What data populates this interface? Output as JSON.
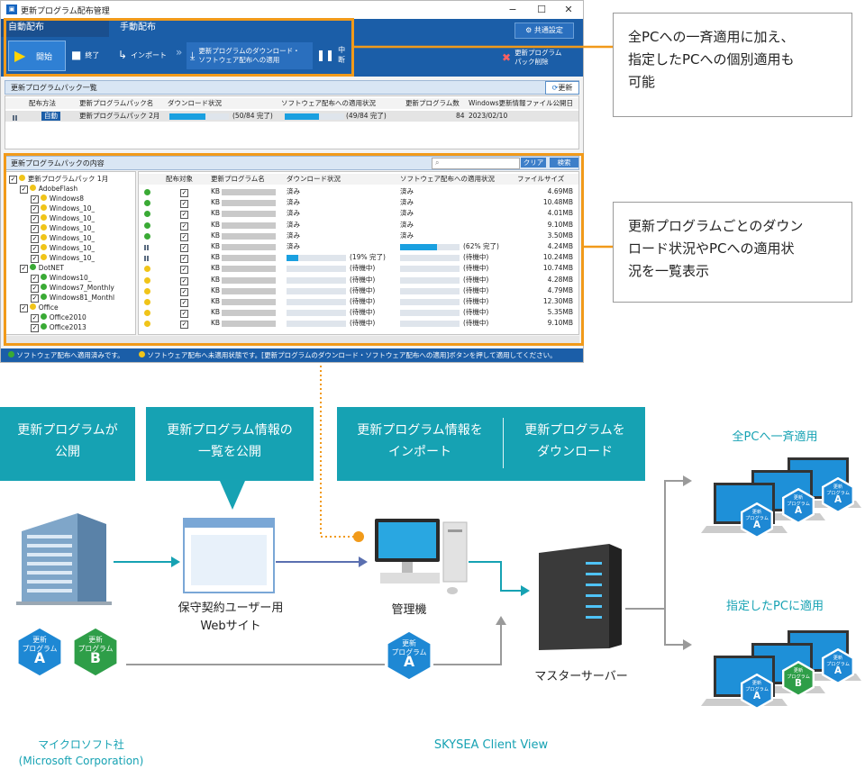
{
  "window": {
    "title": "更新プログラム配布管理",
    "controls": {
      "minimize": "−",
      "maximize": "☐",
      "close": "✕"
    }
  },
  "ribbon": {
    "tab_auto": "自動配布",
    "tab_manual": "手動配布",
    "start": "開始",
    "end": "終了",
    "import": "インポート",
    "download_apply": "更新プログラムのダウンロード・\nソフトウェア配布への適用",
    "pause": "中断",
    "common_settings": "共通設定",
    "delete_pack": "更新プログラム\nパック削除"
  },
  "pack_list": {
    "title": "更新プログラムパック一覧",
    "refresh": "更新",
    "columns": [
      "配布方法",
      "更新プログラムパック名",
      "ダウンロード状況",
      "ソフトウェア配布への適用状況",
      "更新プログラム数",
      "Windows更新情報ファイル公開日"
    ],
    "rows": [
      {
        "method": "自動",
        "name": "更新プログラムパック 2月",
        "dl_text": "(50/84 完了)",
        "dl": 0.6,
        "apply_text": "(49/84 完了)",
        "apply": 0.58,
        "count": "84",
        "date": "2023/02/10"
      }
    ]
  },
  "pack_content": {
    "title": "更新プログラムパックの内容",
    "clear": "クリア",
    "search": "検索",
    "tree": [
      {
        "label": "更新プログラムパック 1月",
        "level": 0,
        "status": "warn"
      },
      {
        "label": "AdobeFlash",
        "level": 1,
        "status": "warn"
      },
      {
        "label": "Windows8",
        "level": 2,
        "status": "warn"
      },
      {
        "label": "Windows_10_",
        "level": 2,
        "status": "warn"
      },
      {
        "label": "Windows_10_",
        "level": 2,
        "status": "warn"
      },
      {
        "label": "Windows_10_",
        "level": 2,
        "status": "warn"
      },
      {
        "label": "Windows_10_",
        "level": 2,
        "status": "warn"
      },
      {
        "label": "Windows_10_",
        "level": 2,
        "status": "warn"
      },
      {
        "label": "Windows_10_",
        "level": 2,
        "status": "warn"
      },
      {
        "label": "DotNET",
        "level": 1,
        "status": "ok"
      },
      {
        "label": "Windows10_",
        "level": 2,
        "status": "ok"
      },
      {
        "label": "Windows7_Monthly",
        "level": 2,
        "status": "ok"
      },
      {
        "label": "Windows81_Monthl",
        "level": 2,
        "status": "ok"
      },
      {
        "label": "Office",
        "level": 1,
        "status": "warn"
      },
      {
        "label": "Office2010",
        "level": 2,
        "status": "ok"
      },
      {
        "label": "Office2013",
        "level": 2,
        "status": "ok"
      }
    ],
    "columns": [
      "配布対象",
      "更新プログラム名",
      "ダウンロード状況",
      "ソフトウェア配布への適用状況",
      "ファイルサイズ"
    ],
    "rows": [
      {
        "st": "ok",
        "name": "KB",
        "dl_text": "済み",
        "dl": 1,
        "ap_text": "済み",
        "ap": 1,
        "size": "4.69MB"
      },
      {
        "st": "ok",
        "name": "KB",
        "dl_text": "済み",
        "dl": 1,
        "ap_text": "済み",
        "ap": 1,
        "size": "10.48MB"
      },
      {
        "st": "ok",
        "name": "KB",
        "dl_text": "済み",
        "dl": 1,
        "ap_text": "済み",
        "ap": 1,
        "size": "4.01MB"
      },
      {
        "st": "ok",
        "name": "KB",
        "dl_text": "済み",
        "dl": 1,
        "ap_text": "済み",
        "ap": 1,
        "size": "9.10MB"
      },
      {
        "st": "ok",
        "name": "KB",
        "dl_text": "済み",
        "dl": 1,
        "ap_text": "済み",
        "ap": 1,
        "size": "3.50MB"
      },
      {
        "st": "grid",
        "name": "KB",
        "dl_text": "済み",
        "dl": 1,
        "ap_text": "(62% 完了)",
        "ap": 0.62,
        "size": "4.24MB"
      },
      {
        "st": "grid",
        "name": "KB",
        "dl_text": "(19% 完了)",
        "dl": 0.19,
        "ap_text": "(待機中)",
        "ap": 0,
        "size": "10.24MB"
      },
      {
        "st": "warn",
        "name": "KB",
        "dl_text": "(待機中)",
        "dl": 0,
        "ap_text": "(待機中)",
        "ap": 0,
        "size": "10.74MB"
      },
      {
        "st": "warn",
        "name": "KB",
        "dl_text": "(待機中)",
        "dl": 0,
        "ap_text": "(待機中)",
        "ap": 0,
        "size": "4.28MB"
      },
      {
        "st": "warn",
        "name": "KB",
        "dl_text": "(待機中)",
        "dl": 0,
        "ap_text": "(待機中)",
        "ap": 0,
        "size": "4.79MB"
      },
      {
        "st": "warn",
        "name": "KB",
        "dl_text": "(待機中)",
        "dl": 0,
        "ap_text": "(待機中)",
        "ap": 0,
        "size": "12.30MB"
      },
      {
        "st": "warn",
        "name": "KB",
        "dl_text": "(待機中)",
        "dl": 0,
        "ap_text": "(待機中)",
        "ap": 0,
        "size": "5.35MB"
      },
      {
        "st": "warn",
        "name": "KB",
        "dl_text": "(待機中)",
        "dl": 0,
        "ap_text": "(待機中)",
        "ap": 0,
        "size": "9.10MB"
      }
    ]
  },
  "statusbar": {
    "ok_text": "ソフトウェア配布へ適用済みです。",
    "warn_text": "ソフトウェア配布へ未適用状態です。[更新プログラムのダウンロード・ソフトウェア配布への適用]ボタンを押して適用してください。"
  },
  "callouts": {
    "top": "全PCへの一斉適用に加え、\n指定したPCへの個別適用も\n可能",
    "middle": "更新プログラムごとのダウン\nロード状況やPCへの適用状\n況を一覧表示"
  },
  "flow": {
    "publish": "更新プログラムが\n公開",
    "list_publish": "更新プログラム情報の\n一覧を公開",
    "import": "更新プログラム情報を\nインポート",
    "download": "更新プログラムを\nダウンロード",
    "website": "保守契約ユーザー用\nWebサイト",
    "admin": "管理機",
    "master": "マスターサーバー",
    "all_pc": "全PCへ一斉適用",
    "selected_pc": "指定したPCに適用",
    "microsoft": "マイクロソフト社\n(Microsoft Corporation)",
    "skysea": "SKYSEA Client View",
    "badge_a": "更新\nプログラム\nA",
    "badge_b": "更新\nプログラム\nB"
  },
  "colors": {
    "teal": "#16a2b3",
    "orange": "#f19a1a",
    "ribbon": "#1b5ea8",
    "badge_blue": "#1e88d4",
    "badge_green": "#2e9e48"
  }
}
